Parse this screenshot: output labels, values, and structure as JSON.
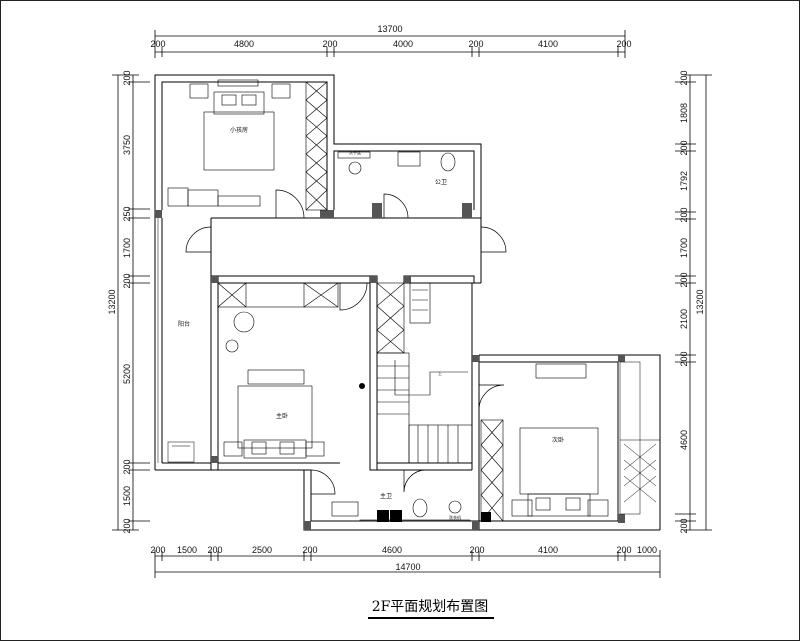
{
  "title": "2F平面规划布置图",
  "dims": {
    "top_total": "13700",
    "top": [
      "200",
      "4800",
      "200",
      "4000",
      "200",
      "4100",
      "200"
    ],
    "bottom": [
      "200",
      "1500",
      "200",
      "2500",
      "200",
      "4600",
      "200",
      "4100",
      "200",
      "1000"
    ],
    "bottom_total": "14700",
    "left": [
      "200",
      "3750",
      "250",
      "1700",
      "200",
      "5200",
      "200",
      "1500",
      "200"
    ],
    "left_total": "13200",
    "right": [
      "200",
      "1808",
      "200",
      "1792",
      "200",
      "1700",
      "200",
      "2100",
      "200",
      "4600",
      "200"
    ],
    "right_total": "13200"
  },
  "rooms": {
    "small_bedroom": "小孩房",
    "public_bath": "公卫",
    "balcony": "阳台",
    "master_bedroom": "主卧",
    "master_bath": "主卫",
    "second_bedroom": "次卧",
    "washroom_small": "洗手盆",
    "washer": "洗衣机",
    "stair_up": "上"
  }
}
